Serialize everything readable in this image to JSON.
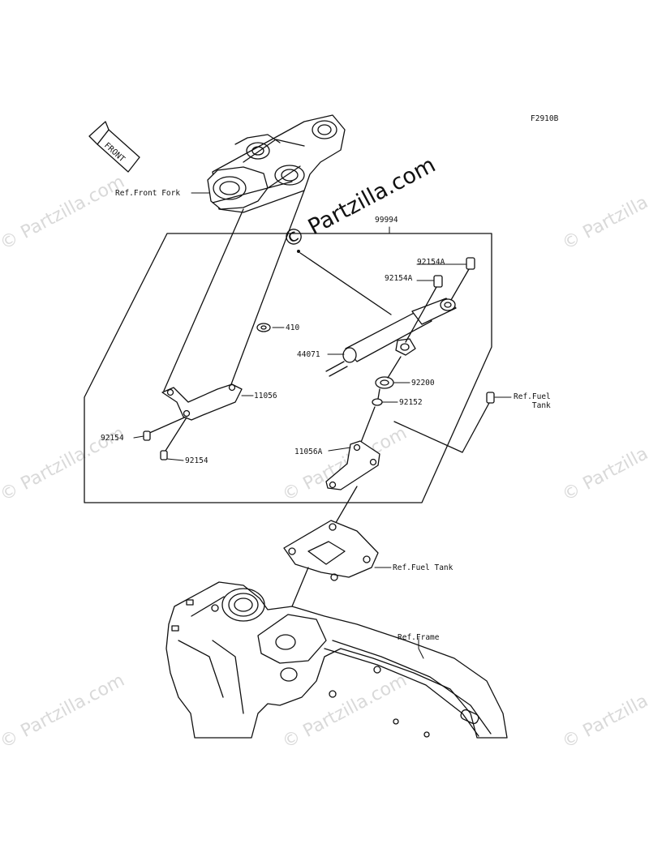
{
  "figure_code": "F2910B",
  "watermark": "© Partzilla.com",
  "front_arrow": "FRONT",
  "labels": {
    "ref_front_fork": "Ref.Front Fork",
    "kit_99994": "99994",
    "p92154A_1": "92154A",
    "p92154A_2": "92154A",
    "p410": "410",
    "p44071": "44071",
    "p92200": "92200",
    "p11056": "11056",
    "p92152": "92152",
    "ref_fuel_tank_top": "Ref.Fuel\nTank",
    "p92154_1": "92154",
    "p92154_2": "92154",
    "p11056A": "11056A",
    "ref_fuel_tank": "Ref.Fuel Tank",
    "ref_frame": "Ref.Frame"
  }
}
